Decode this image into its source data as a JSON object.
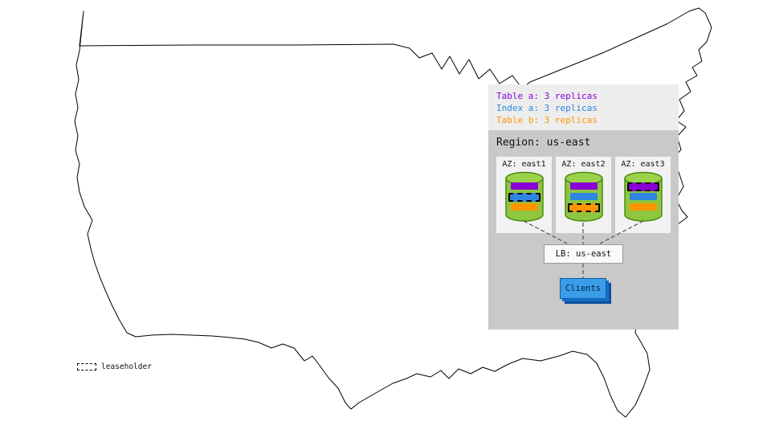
{
  "legend": {
    "items": [
      {
        "id": "table-a",
        "label": "Table a: 3 replicas",
        "color": "#8a00d4"
      },
      {
        "id": "index-a",
        "label": "Index a: 3 replicas",
        "color": "#2e86de"
      },
      {
        "id": "table-b",
        "label": "Table b: 3 replicas",
        "color": "#ff9500"
      }
    ]
  },
  "region": {
    "title": "Region: us-east",
    "load_balancer_label": "LB: us-east",
    "clients_label": "Clients",
    "azs": [
      {
        "label": "AZ: east1",
        "leaseholder_of": "index-a"
      },
      {
        "label": "AZ: east2",
        "leaseholder_of": "table-b"
      },
      {
        "label": "AZ: east3",
        "leaseholder_of": "table-a"
      }
    ]
  },
  "map_legend": {
    "label": "leaseholder"
  },
  "colors": {
    "cylinder_green": "#8dc63f",
    "cylinder_stroke": "#4c8a15",
    "region_bg": "#c9c9c9",
    "legend_bg": "#ededed",
    "az_bg": "#f2f2f2",
    "clients_blue": "#3b9de8"
  }
}
